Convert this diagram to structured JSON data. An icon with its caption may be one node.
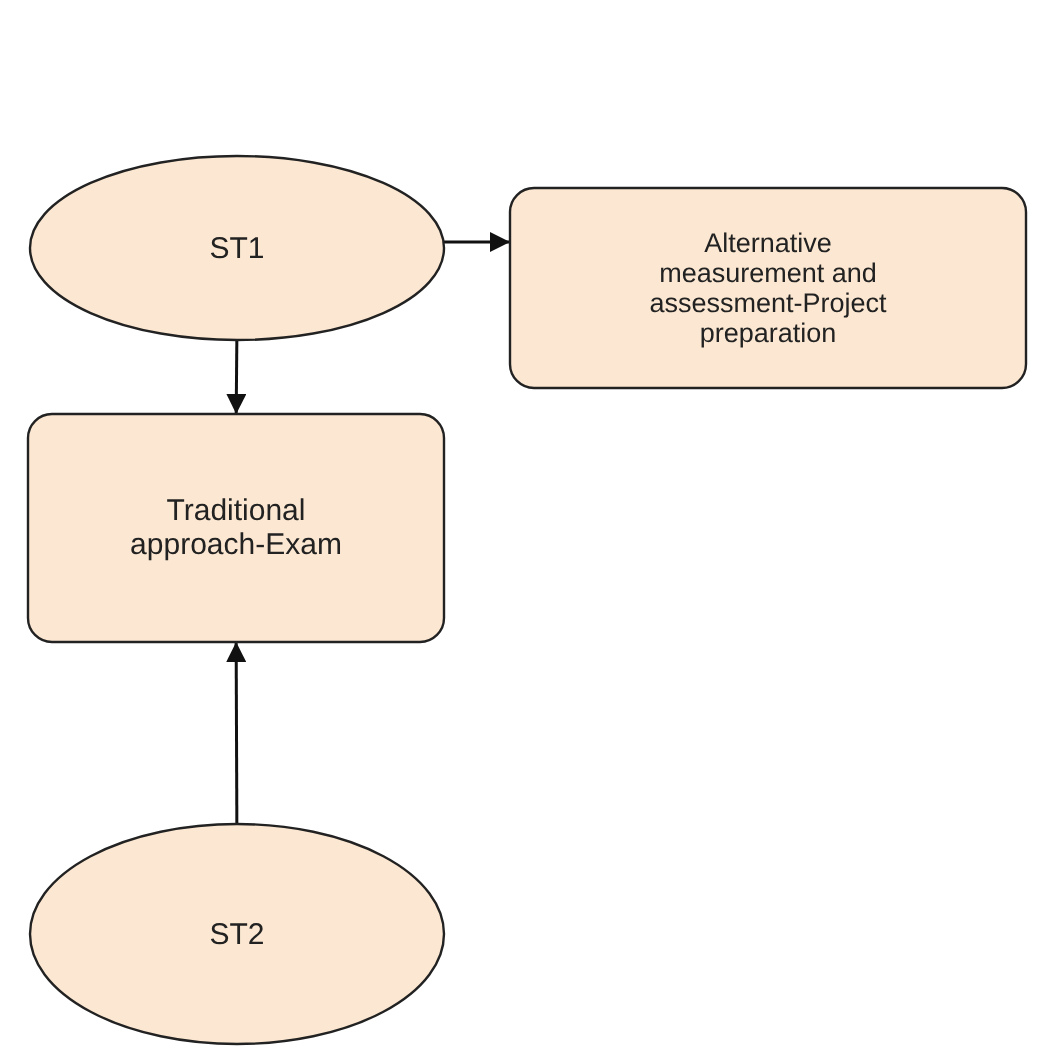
{
  "diagram": {
    "nodes": [
      {
        "text": [
          "ST1"
        ]
      },
      {
        "text": [
          "Alternative measurement and assessment-Project preparation"
        ]
      },
      {
        "text": [
          "Traditional approach-Exam"
        ]
      },
      {
        "text": [
          "ST2"
        ]
      }
    ],
    "edges": [
      {
        "from": 0,
        "to": 1,
        "arrow": "to"
      },
      {
        "from": 0,
        "to": 2,
        "arrow": "to"
      },
      {
        "from": 3,
        "to": 2,
        "arrow": "to"
      }
    ]
  }
}
